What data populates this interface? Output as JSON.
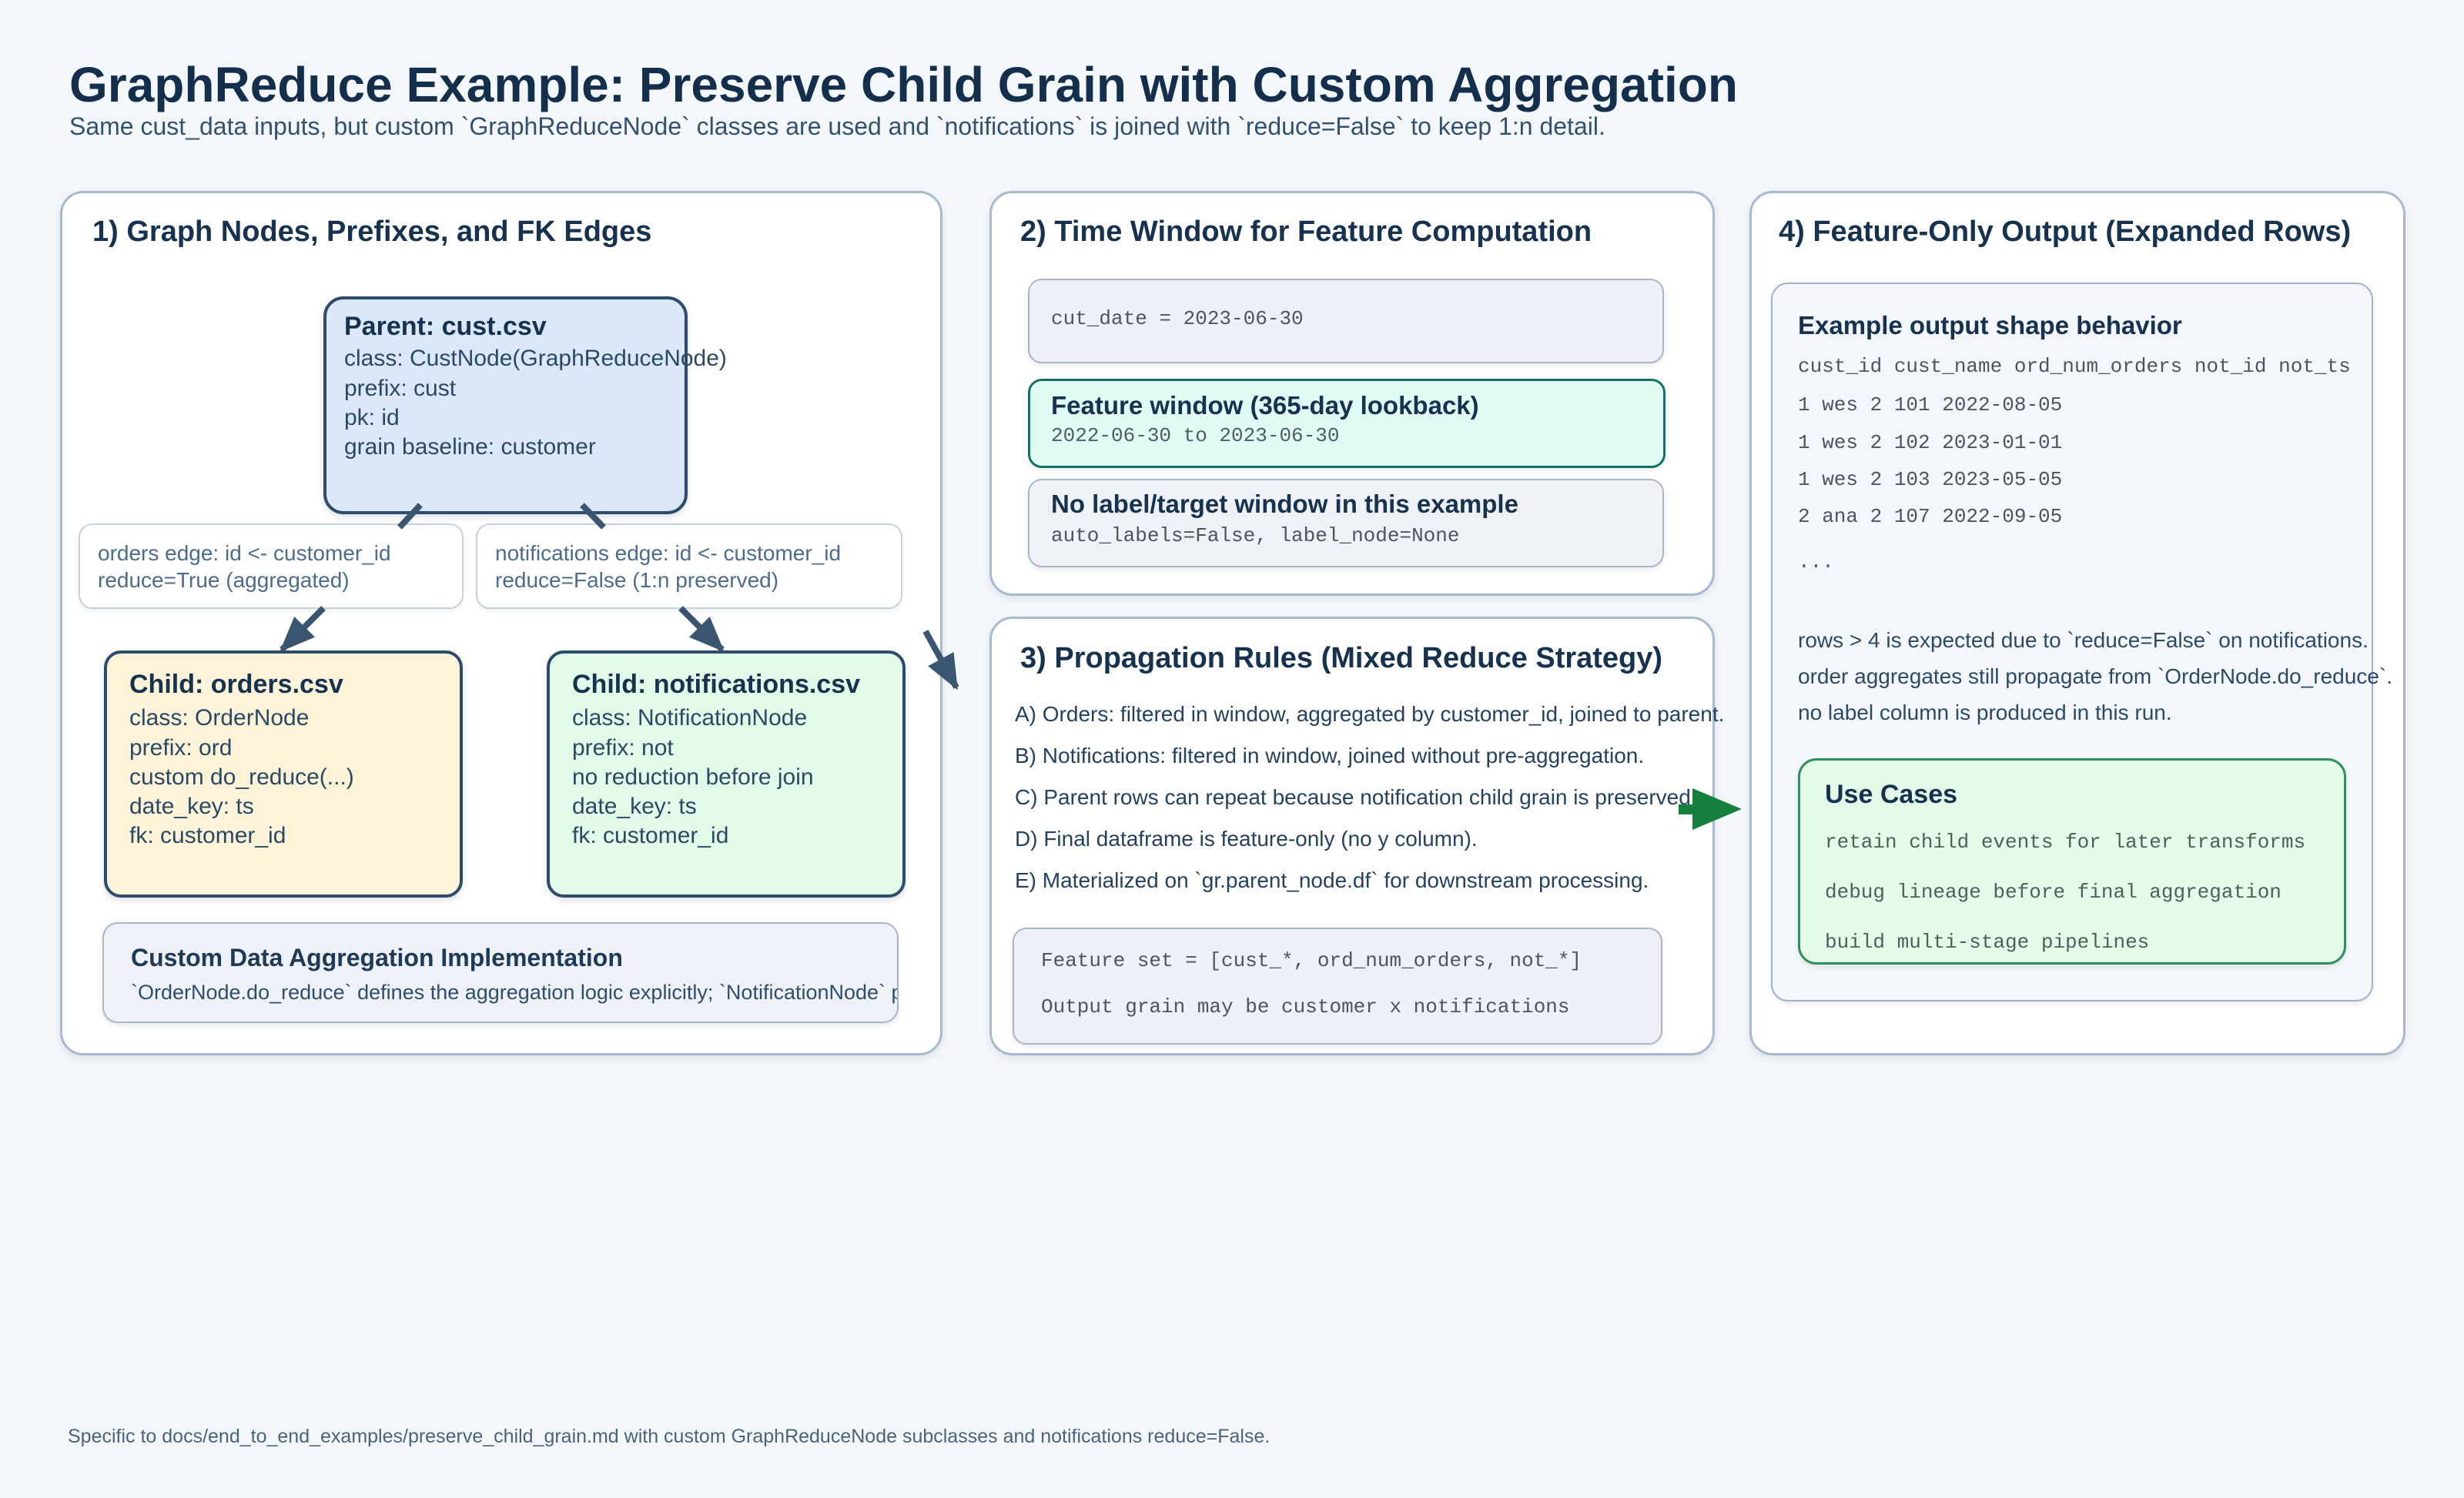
{
  "page": {
    "title": "GraphReduce Example: Preserve Child Grain with Custom Aggregation",
    "subtitle": "Same cust_data inputs, but custom `GraphReduceNode` classes are used and `notifications` is joined with `reduce=False` to keep 1:n detail.",
    "footer": "Specific to docs/end_to_end_examples/preserve_child_grain.md with custom GraphReduceNode subclasses and notifications reduce=False."
  },
  "panel1": {
    "heading": "1) Graph Nodes, Prefixes, and FK Edges",
    "parent": {
      "title": "Parent: cust.csv",
      "line1": "class: CustNode(GraphReduceNode)",
      "line2": "prefix: cust",
      "line3": "pk: id",
      "line4": "grain baseline: customer"
    },
    "edge_orders": {
      "line1": "orders edge: id <- customer_id",
      "line2": "reduce=True (aggregated)"
    },
    "edge_notifications": {
      "line1": "notifications edge: id <- customer_id",
      "line2": "reduce=False (1:n preserved)"
    },
    "child_orders": {
      "title": "Child: orders.csv",
      "line1": "class: OrderNode",
      "line2": "prefix: ord",
      "line3": "custom do_reduce(...)",
      "line4": "date_key: ts",
      "line5": "fk: customer_id"
    },
    "child_notifications": {
      "title": "Child: notifications.csv",
      "line1": "class: NotificationNode",
      "line2": "prefix: not",
      "line3": "no reduction before join",
      "line4": "date_key: ts",
      "line5": "fk: customer_id"
    },
    "note": {
      "title": "Custom Data Aggregation Implementation",
      "body": "`OrderNode.do_reduce` defines the aggregation logic explicitly; `NotificationNode` preserves ro"
    }
  },
  "panel2": {
    "heading": "2) Time Window for Feature Computation",
    "cut_date": "cut_date = 2023-06-30",
    "feature_window": {
      "title": "Feature window (365-day lookback)",
      "range": "2022-06-30 to 2023-06-30"
    },
    "label_window": {
      "title": "No label/target window in this example",
      "detail": "auto_labels=False, label_node=None"
    }
  },
  "panel3": {
    "heading": "3) Propagation Rules (Mixed Reduce Strategy)",
    "rules": [
      "A) Orders: filtered in window, aggregated by customer_id, joined to parent.",
      "B) Notifications: filtered in window, joined without pre-aggregation.",
      "C) Parent rows can repeat because notification child grain is preserved.",
      "D) Final dataframe is feature-only (no y column).",
      "E) Materialized on `gr.parent_node.df` for downstream processing."
    ],
    "code": {
      "line1": "Feature set = [cust_*, ord_num_orders, not_*]",
      "line2": "Output grain may be customer x notifications"
    }
  },
  "panel4": {
    "heading": "4) Feature-Only Output (Expanded Rows)",
    "output": {
      "title": "Example output shape behavior",
      "rows": [
        "cust_id cust_name ord_num_orders not_id not_ts",
        "1 wes 2 101 2022-08-05",
        "1 wes 2 102 2023-01-01",
        "1 wes 2 103 2023-05-05",
        "2 ana 2 107 2022-09-05",
        "..."
      ],
      "notes": [
        "rows > 4 is expected due to `reduce=False` on notifications.",
        "order aggregates still propagate from `OrderNode.do_reduce`.",
        "no label column is produced in this run."
      ],
      "use_cases": {
        "title": "Use Cases",
        "items": [
          "retain child events for later transforms",
          "debug lineage before final aggregation",
          "build multi-stage pipelines"
        ]
      }
    }
  },
  "colors": {
    "page_bg": "#f4f7fa",
    "panel_border": "#a7b9cc",
    "heading_navy": "#16324e",
    "parent_fill": "#dbe8fa",
    "orders_fill": "#fcf3d8",
    "notifications_fill": "#e2fbe9",
    "node_border": "#2d4c6b",
    "gray_box_fill": "#edf0f6",
    "teal_box_fill": "#e0fbf4",
    "teal_border": "#15706a",
    "green_box_fill": "#e4fbea",
    "green_border": "#2e9158",
    "dark_arrow": "#3a5570",
    "green_arrow": "#15803d"
  }
}
